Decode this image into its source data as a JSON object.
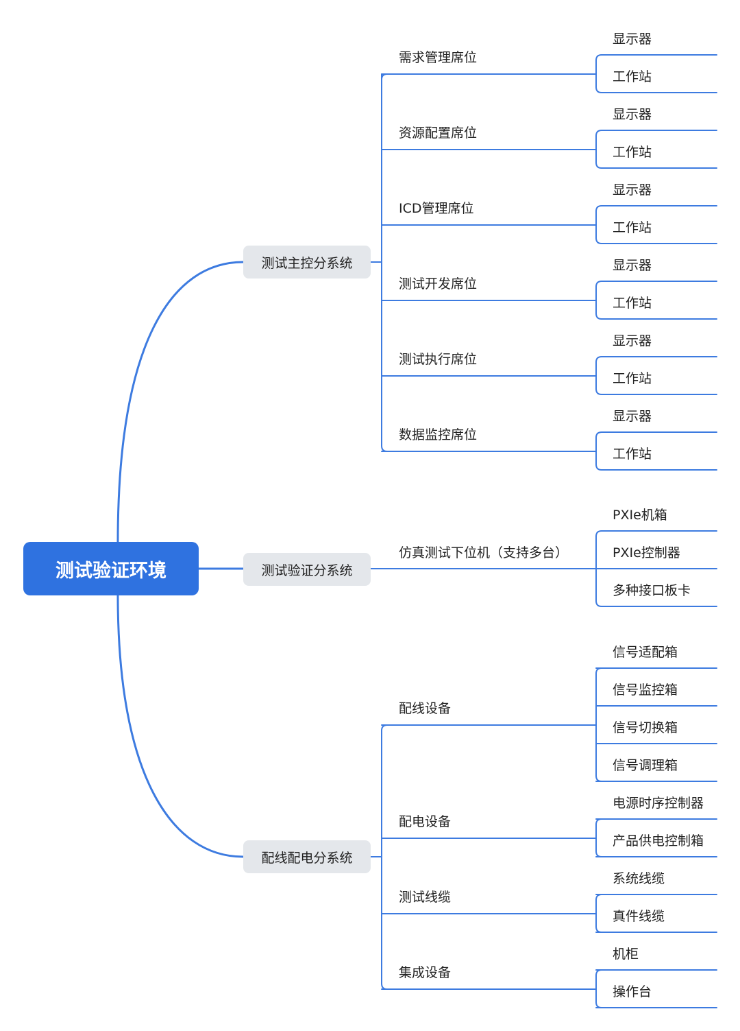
{
  "root": {
    "label": "测试验证环境"
  },
  "colors": {
    "root_fill": "#2f72e0",
    "connector": "#3d7be0",
    "subsystem_fill": "#e4e7eb"
  },
  "subsystems": [
    {
      "label": "测试主控分系统",
      "children": [
        {
          "label": "需求管理席位",
          "children": [
            "显示器",
            "工作站"
          ]
        },
        {
          "label": "资源配置席位",
          "children": [
            "显示器",
            "工作站"
          ]
        },
        {
          "label": "ICD管理席位",
          "children": [
            "显示器",
            "工作站"
          ]
        },
        {
          "label": "测试开发席位",
          "children": [
            "显示器",
            "工作站"
          ]
        },
        {
          "label": "测试执行席位",
          "children": [
            "显示器",
            "工作站"
          ]
        },
        {
          "label": "数据监控席位",
          "children": [
            "显示器",
            "工作站"
          ]
        }
      ]
    },
    {
      "label": "测试验证分系统",
      "children": [
        {
          "label": "仿真测试下位机（支持多台）",
          "children": [
            "PXIe机箱",
            "PXIe控制器",
            "多种接口板卡"
          ]
        }
      ]
    },
    {
      "label": "配线配电分系统",
      "children": [
        {
          "label": "配线设备",
          "children": [
            "信号适配箱",
            "信号监控箱",
            "信号切换箱",
            "信号调理箱"
          ]
        },
        {
          "label": "配电设备",
          "children": [
            "电源时序控制器",
            "产品供电控制箱"
          ]
        },
        {
          "label": "测试线缆",
          "children": [
            "系统线缆",
            "真件线缆"
          ]
        },
        {
          "label": "集成设备",
          "children": [
            "机柜",
            "操作台"
          ]
        }
      ]
    }
  ]
}
